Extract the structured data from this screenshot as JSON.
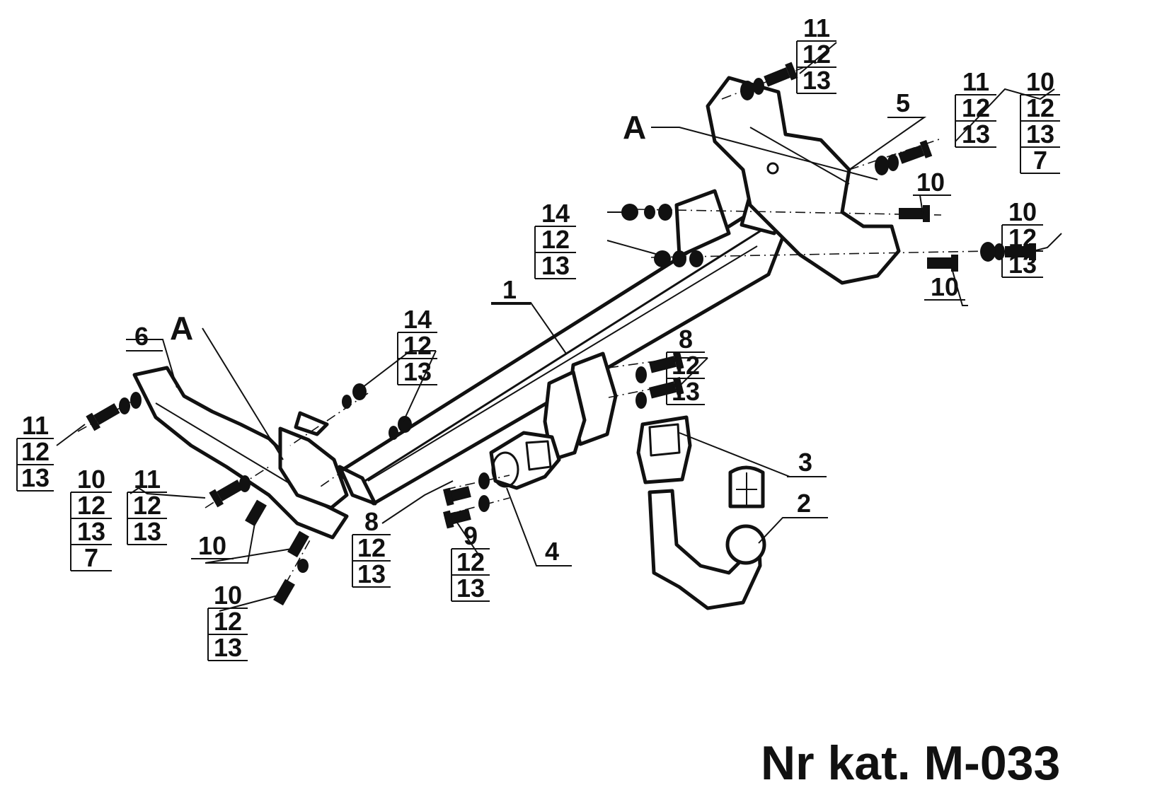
{
  "catalog_number": "Nr kat. M-033",
  "parts": {
    "crossbar": "1",
    "tow_ball": "2",
    "ball_socket": "3",
    "socket_plate": "4",
    "bracket_right": "5",
    "bracket_left": "6"
  },
  "detail_marker": "A",
  "fastener_stacks": [
    [
      "11",
      "12",
      "13"
    ],
    [
      "11",
      "12",
      "13"
    ],
    [
      "10",
      "12",
      "13",
      "7"
    ],
    [
      "10"
    ],
    [
      "10",
      "12",
      "13"
    ],
    [
      "10"
    ],
    [
      "14",
      "12",
      "13"
    ],
    [
      "14",
      "12",
      "13"
    ],
    [
      "8",
      "12",
      "13"
    ],
    [
      "11",
      "12",
      "13"
    ],
    [
      "10",
      "12",
      "13",
      "7"
    ],
    [
      "11",
      "12",
      "13"
    ],
    [
      "10"
    ],
    [
      "10",
      "12",
      "13"
    ],
    [
      "8",
      "12",
      "13"
    ],
    [
      "9",
      "12",
      "13"
    ]
  ]
}
